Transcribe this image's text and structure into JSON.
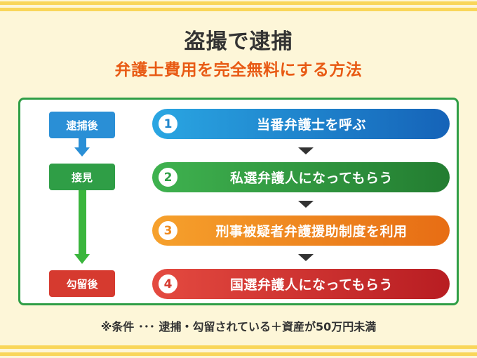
{
  "title": "盗撮で逮捕",
  "subtitle": "弁護士費用を完全無料にする方法",
  "phases": [
    {
      "label": "逮捕後",
      "color": "#2a8fd6"
    },
    {
      "label": "接見",
      "color": "#2f9e46"
    },
    {
      "label": "勾留後",
      "color": "#d63a2f"
    }
  ],
  "steps": [
    {
      "number": "1",
      "text": "当番弁護士を呼ぶ",
      "color_from": "#2aa6e2",
      "color_to": "#1563b8"
    },
    {
      "number": "2",
      "text": "私選弁護人になってもらう",
      "color_from": "#3fb24f",
      "color_to": "#237d31"
    },
    {
      "number": "3",
      "text": "刑事被疑者弁護援助制度を利用",
      "color_from": "#f6a12c",
      "color_to": "#e76d14"
    },
    {
      "number": "4",
      "text": "国選弁護人になってもらう",
      "color_from": "#e44a40",
      "color_to": "#b81d22"
    }
  ],
  "note": "※条件 ･･･ 逮捕・勾留されている＋資産が50万円未満"
}
